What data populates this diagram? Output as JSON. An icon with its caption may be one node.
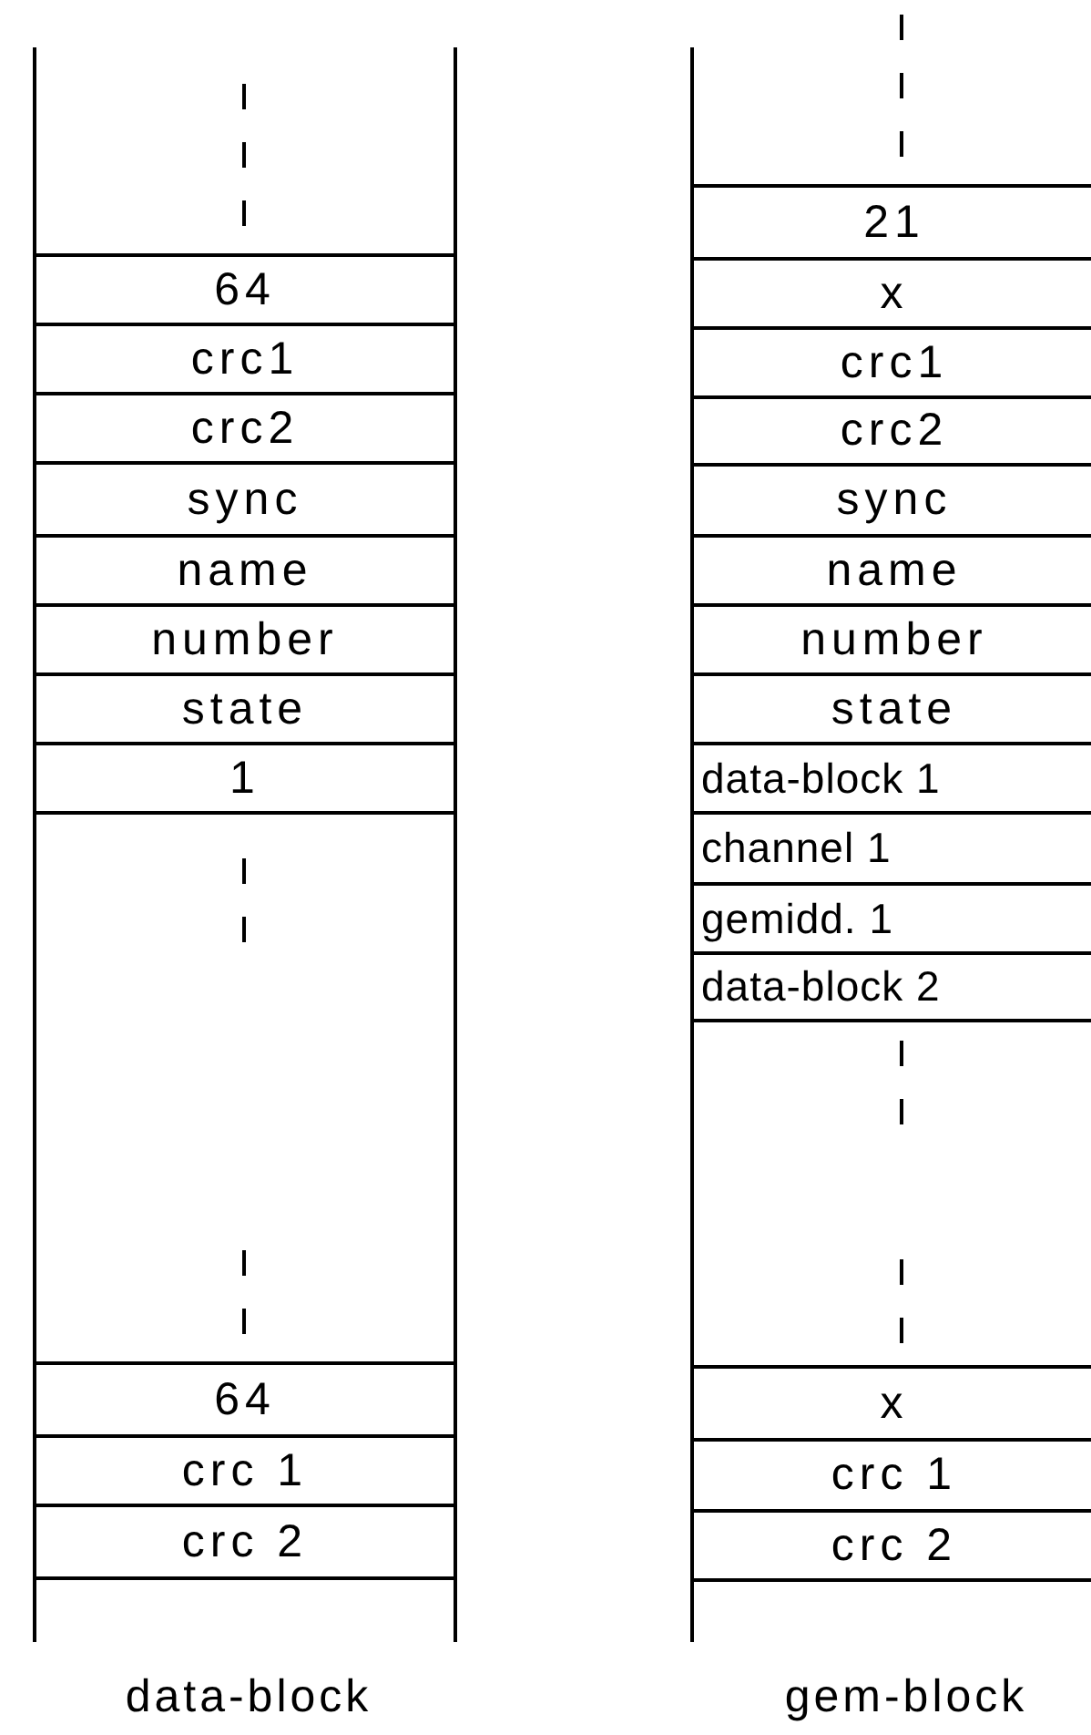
{
  "diagram": {
    "nodes": [
      {
        "text": [
          "data-block"
        ]
      },
      {
        "text": [
          "64"
        ],
        "in": 0
      },
      {
        "text": [
          "crc1"
        ],
        "in": 0
      },
      {
        "text": [
          "crc2"
        ],
        "in": 0
      },
      {
        "text": [
          "sync"
        ],
        "in": 0
      },
      {
        "text": [
          "name"
        ],
        "in": 0
      },
      {
        "text": [
          "number"
        ],
        "in": 0
      },
      {
        "text": [
          "state"
        ],
        "in": 0
      },
      {
        "text": [
          "1"
        ],
        "in": 0
      },
      {
        "text": [
          "64"
        ],
        "in": 0
      },
      {
        "text": [
          "crc 1"
        ],
        "in": 0
      },
      {
        "text": [
          "crc 2"
        ],
        "in": 0
      },
      {
        "text": [
          "gem-block"
        ]
      },
      {
        "text": [
          "21"
        ],
        "in": 12
      },
      {
        "text": [
          "x"
        ],
        "in": 12
      },
      {
        "text": [
          "crc1"
        ],
        "in": 12
      },
      {
        "text": [
          "crc2"
        ],
        "in": 12
      },
      {
        "text": [
          "sync"
        ],
        "in": 12
      },
      {
        "text": [
          "name"
        ],
        "in": 12
      },
      {
        "text": [
          "number"
        ],
        "in": 12
      },
      {
        "text": [
          "state"
        ],
        "in": 12
      },
      {
        "text": [
          "data-block 1"
        ],
        "in": 12
      },
      {
        "text": [
          "channel 1"
        ],
        "in": 12
      },
      {
        "text": [
          "gemidd. 1"
        ],
        "in": 12
      },
      {
        "text": [
          "data-block 2"
        ],
        "in": 12
      },
      {
        "text": [
          "x"
        ],
        "in": 12
      },
      {
        "text": [
          "crc 1"
        ],
        "in": 12
      },
      {
        "text": [
          "crc 2"
        ],
        "in": 12
      }
    ]
  }
}
